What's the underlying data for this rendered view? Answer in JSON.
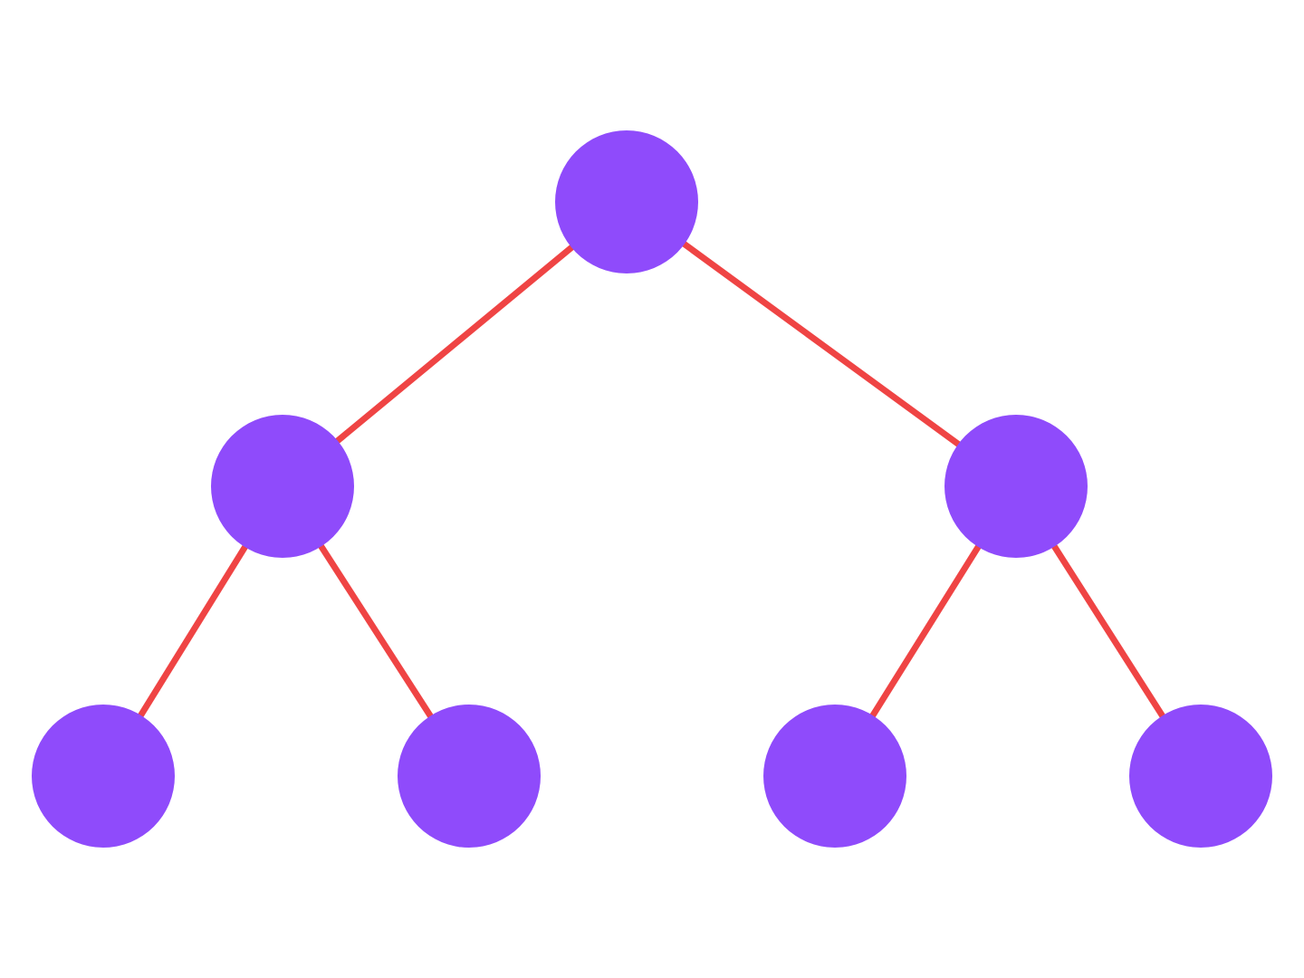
{
  "diagram": {
    "type": "binary-tree",
    "colors": {
      "background": "#ffffff",
      "node_fill": "#8f4bfb",
      "edge_stroke": "#ef4444"
    },
    "nodes": [
      {
        "id": "root",
        "level": 0
      },
      {
        "id": "left-child",
        "level": 1,
        "parent": "root"
      },
      {
        "id": "right-child",
        "level": 1,
        "parent": "root"
      },
      {
        "id": "left-left-leaf",
        "level": 2,
        "parent": "left-child"
      },
      {
        "id": "left-right-leaf",
        "level": 2,
        "parent": "left-child"
      },
      {
        "id": "right-left-leaf",
        "level": 2,
        "parent": "right-child"
      },
      {
        "id": "right-right-leaf",
        "level": 2,
        "parent": "right-child"
      }
    ],
    "edges": [
      {
        "from": "root",
        "to": "left-child"
      },
      {
        "from": "root",
        "to": "right-child"
      },
      {
        "from": "left-child",
        "to": "left-left-leaf"
      },
      {
        "from": "left-child",
        "to": "left-right-leaf"
      },
      {
        "from": "right-child",
        "to": "right-left-leaf"
      },
      {
        "from": "right-child",
        "to": "right-right-leaf"
      }
    ]
  }
}
